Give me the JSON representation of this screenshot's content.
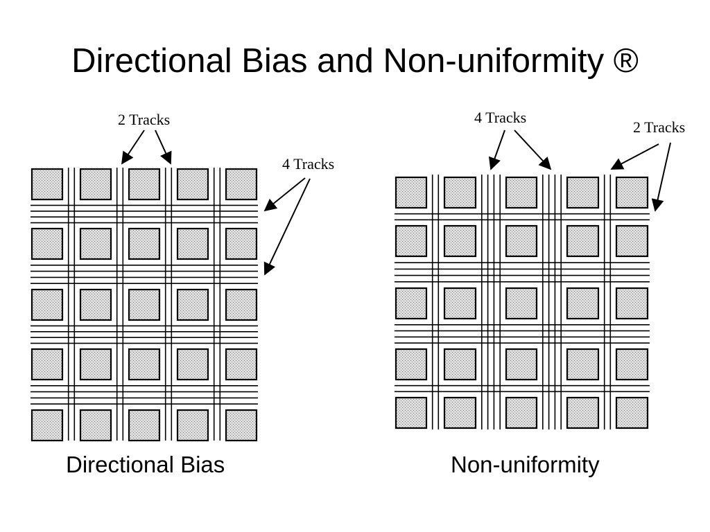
{
  "slide": {
    "title": "Directional Bias and Non-uniformity ®"
  },
  "left_figure": {
    "caption": "Directional Bias",
    "label_top": "2 Tracks",
    "label_right": "4 Tracks",
    "block_rows": 5,
    "block_cols": 5
  },
  "right_figure": {
    "caption": "Non-uniformity",
    "label_top": "4 Tracks",
    "label_right": "2 Tracks",
    "block_rows": 5,
    "block_cols": 5
  },
  "colors": {
    "ink": "#000000",
    "block_fill": "#d6d6d6"
  }
}
